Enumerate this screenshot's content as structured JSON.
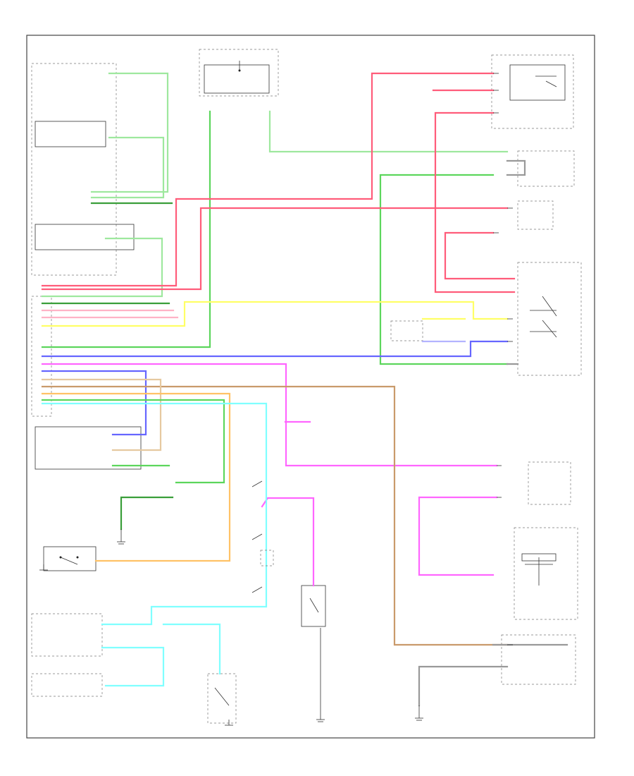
{
  "diagram": {
    "code_label": "",
    "components": [
      {
        "key": "power_distribution",
        "label": ""
      },
      {
        "key": "select_switch",
        "label": ""
      },
      {
        "key": "shift_lock",
        "label": ""
      },
      {
        "key": "brake_switch",
        "label": ""
      },
      {
        "key": "trans_range_switch",
        "label": ""
      },
      {
        "key": "shift_lever",
        "label": ""
      },
      {
        "key": "pcm_upper",
        "label": ""
      },
      {
        "key": "pcm_lower",
        "label": ""
      },
      {
        "key": "trans_control_module",
        "label": ""
      },
      {
        "key": "pressure_switch",
        "label": ""
      },
      {
        "key": "solenoid_valve",
        "label": ""
      },
      {
        "key": "speed_sensor",
        "label": ""
      },
      {
        "key": "fuel_sender",
        "label": ""
      },
      {
        "key": "fuel_tank",
        "label": ""
      }
    ]
  },
  "colors": {
    "green": "#5cd65c",
    "lightgreen": "#9ee89e",
    "darkgreen": "#3a9e3a",
    "red": "#ff5c7a",
    "pink": "#ffb3c6",
    "yellow": "#ffff66",
    "blue": "#6666ff",
    "lightblue": "#b3b3ff",
    "magenta": "#ff66ff",
    "brown": "#c99a6b",
    "tan": "#e6c9a0",
    "orange": "#ffc266",
    "cyan": "#80ffff",
    "gray": "#999999",
    "frame": "#444444"
  }
}
